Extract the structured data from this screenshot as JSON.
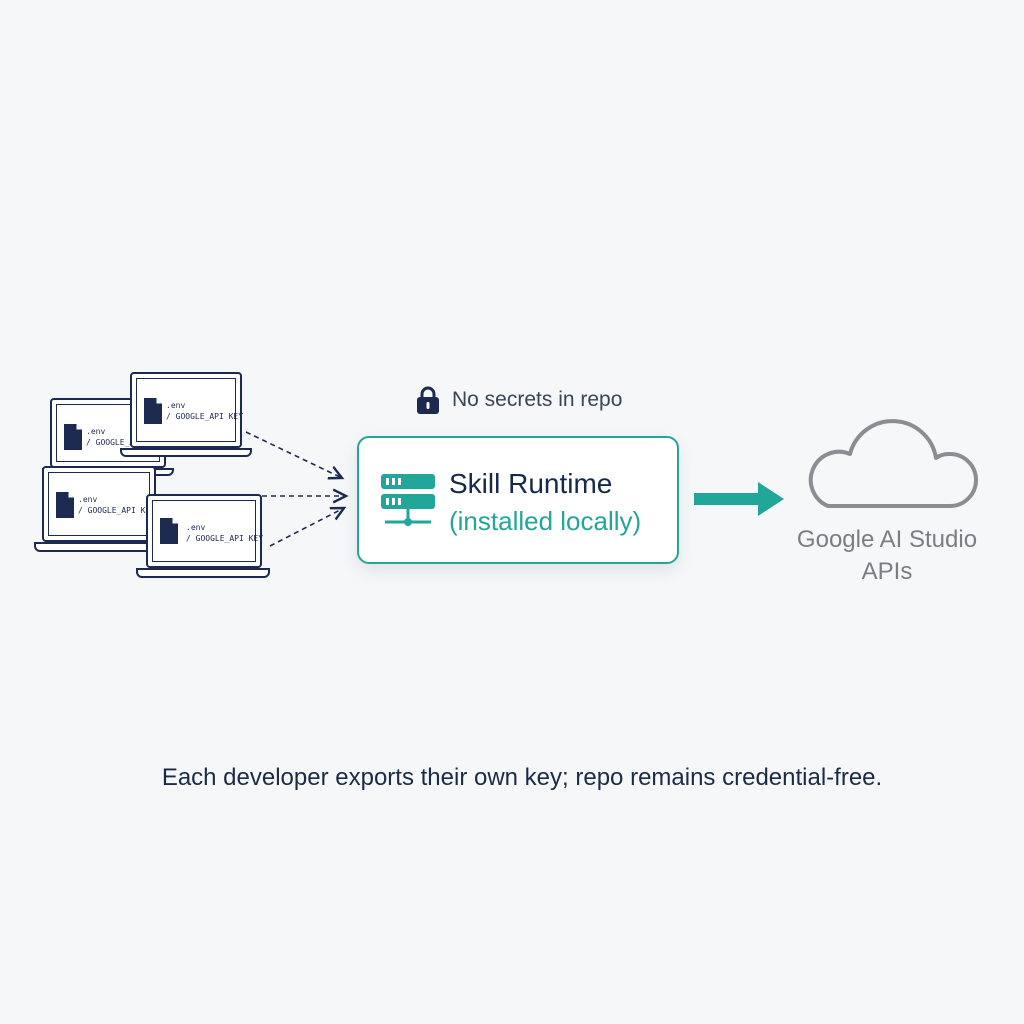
{
  "lock_note": {
    "text": "No secrets in repo",
    "icon": "lock-icon"
  },
  "runtime": {
    "title": "Skill Runtime",
    "subtitle": "(installed locally)",
    "icon": "server-icon"
  },
  "cloud": {
    "line1": "Google AI Studio",
    "line2": "APIs",
    "icon": "cloud-icon"
  },
  "caption": "Each developer exports their own key; repo remains credential-free.",
  "laptops": [
    {
      "line1": ".env",
      "line2": "/ GOOGLE_API KEY"
    },
    {
      "line1": ".env",
      "line2": "/ GOOGLE_APIKEY"
    },
    {
      "line1": ".env",
      "line2": "/ GOOGLE_API KEY"
    },
    {
      "line1": ".env",
      "line2": "/ GOOGLE_API KEY"
    }
  ],
  "colors": {
    "navy": "#1b2a4e",
    "teal": "#22a699",
    "grey": "#8a8d92",
    "background": "#f6f7f9"
  }
}
